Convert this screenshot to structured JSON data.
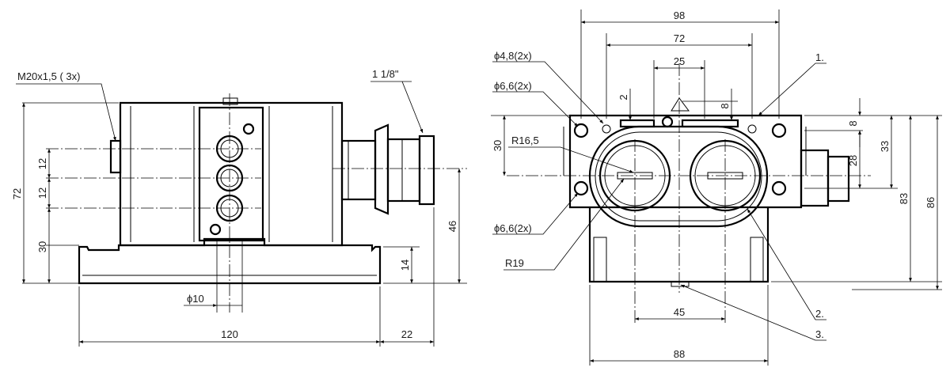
{
  "side_view": {
    "thread_label": "M20x1,5 ( 3x)",
    "fitting_label": "1 1/8\"",
    "dim_height": "72",
    "dim_pitch_a": "12",
    "dim_pitch_b": "12",
    "dim_base_offset": "30",
    "dim_hole_diameter": "ϕ10",
    "dim_length": "120",
    "dim_fitting_length": "22",
    "dim_axis_height": "46",
    "dim_base_height": "14"
  },
  "front_view": {
    "dim_total_width": "98",
    "dim_hole_spacing": "72",
    "dim_slot": "25",
    "dim_slot_depth": "2",
    "dim_pin": "8",
    "hole_a_label": "ϕ4,8(2x)",
    "hole_b_label": "ϕ6,6(2x)",
    "hole_c_label": "ϕ6,6(2x)",
    "radius_small": "R16,5",
    "radius_large": "R19",
    "dim_30": "30",
    "dim_8": "8",
    "dim_28": "28",
    "dim_33": "33",
    "dim_83": "83",
    "dim_86": "86",
    "dim_45": "45",
    "dim_88": "88",
    "callout_1": "1.",
    "callout_2": "2.",
    "callout_3": "3."
  }
}
